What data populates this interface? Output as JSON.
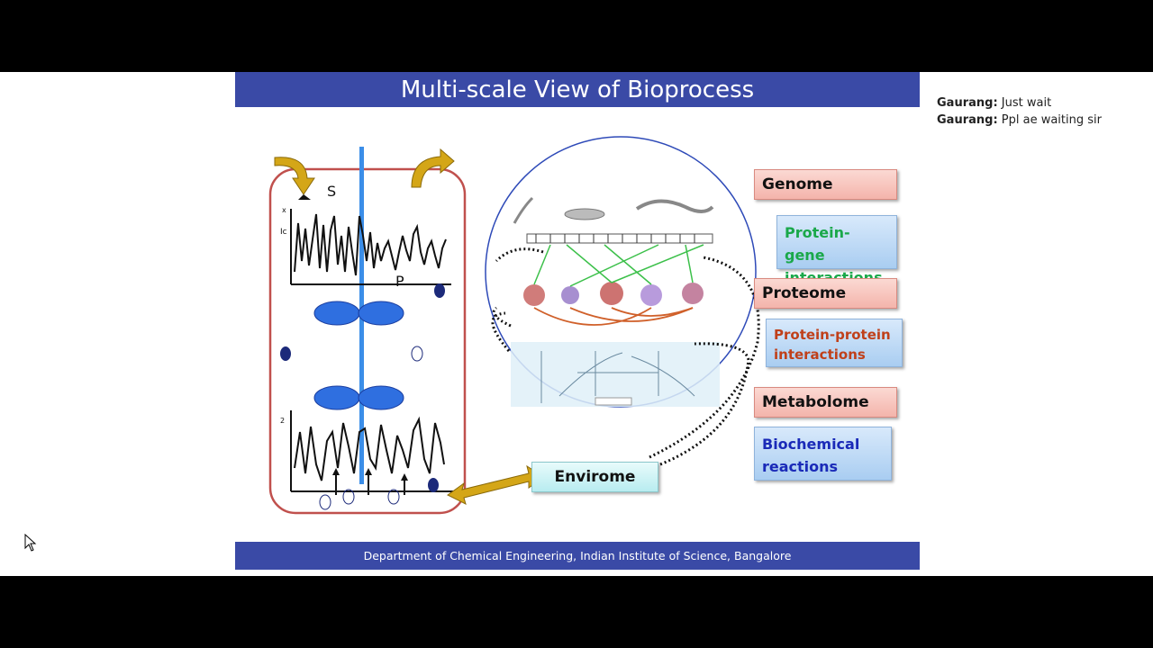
{
  "slide": {
    "title": "Multi-scale View of Bioprocess",
    "footer": "Department of Chemical Engineering, Indian Institute of Science, Bangalore"
  },
  "reactor": {
    "substrate_label": "S",
    "product_label": "P",
    "top_plot_y_label": "Ic",
    "top_plot_x_mark": "x",
    "bottom_plot_y_label": "2"
  },
  "labels": {
    "genome": "Genome",
    "protein_gene_line1": "Protein-gene",
    "protein_gene_line2": "interactions",
    "proteome": "Proteome",
    "protein_protein_line1": "Protein-protein",
    "protein_protein_line2": "interactions",
    "metabolome": "Metabolome",
    "biochemical_line1": "Biochemical",
    "biochemical_line2": "reactions",
    "envirome": "Envirome"
  },
  "colors": {
    "title_bar": "#3a4aa6",
    "protein_gene_text": "#1aa84a",
    "protein_protein_text": "#c0401a",
    "biochemical_text": "#1a2ab8"
  },
  "chat": {
    "messages": [
      {
        "user": "Gaurang:",
        "text": "Just wait"
      },
      {
        "user": "Gaurang:",
        "text": "Ppl ae waiting sir"
      }
    ]
  }
}
